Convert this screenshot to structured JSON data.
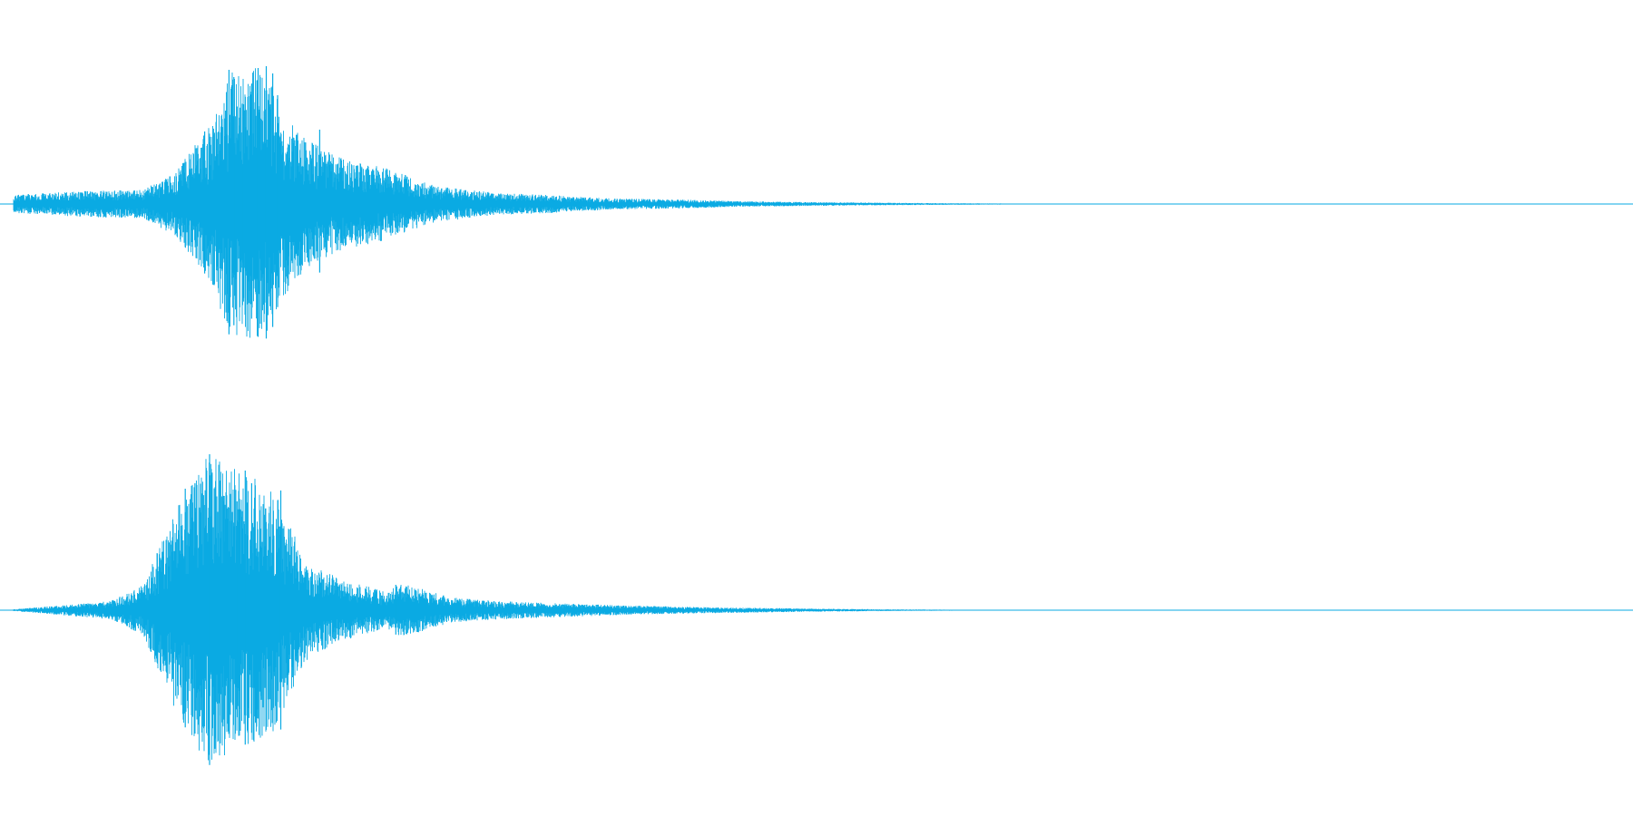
{
  "colors": {
    "background": "#ffffff",
    "waveform": "#0aaae3"
  },
  "chart_data": {
    "type": "area",
    "title": "",
    "xlabel": "",
    "ylabel": "",
    "grid": false,
    "ylim": [
      -1,
      1
    ],
    "xlim": [
      0,
      1
    ],
    "series": [
      {
        "peak_time": 0.155,
        "peak_amplitude": 0.76,
        "noise_floor": 0.05,
        "decay_end": 0.61,
        "envelope": [
          [
            0.0,
            0.05
          ],
          [
            0.04,
            0.07
          ],
          [
            0.08,
            0.08
          ],
          [
            0.1,
            0.18
          ],
          [
            0.12,
            0.42
          ],
          [
            0.135,
            0.73
          ],
          [
            0.155,
            0.76
          ],
          [
            0.165,
            0.53
          ],
          [
            0.18,
            0.36
          ],
          [
            0.2,
            0.26
          ],
          [
            0.23,
            0.2
          ],
          [
            0.26,
            0.1
          ],
          [
            0.3,
            0.06
          ],
          [
            0.33,
            0.05
          ],
          [
            0.37,
            0.03
          ],
          [
            0.41,
            0.025
          ],
          [
            0.45,
            0.015
          ],
          [
            0.5,
            0.01
          ],
          [
            0.55,
            0.006
          ],
          [
            0.61,
            0.003
          ]
        ],
        "spikes": [
          [
            0.133,
            0.74
          ],
          [
            0.136,
            0.7
          ],
          [
            0.151,
            0.75
          ],
          [
            0.156,
            0.76
          ],
          [
            0.16,
            0.72
          ],
          [
            0.163,
            0.6
          ],
          [
            0.147,
            0.66
          ],
          [
            0.142,
            0.55
          ],
          [
            0.118,
            0.4
          ],
          [
            0.189,
            0.41
          ]
        ]
      },
      {
        "peak_time": 0.121,
        "peak_amplitude": 0.86,
        "noise_floor": 0.04,
        "decay_end": 0.6,
        "envelope": [
          [
            0.0,
            0.005
          ],
          [
            0.02,
            0.02
          ],
          [
            0.06,
            0.05
          ],
          [
            0.08,
            0.14
          ],
          [
            0.1,
            0.55
          ],
          [
            0.115,
            0.8
          ],
          [
            0.121,
            0.86
          ],
          [
            0.14,
            0.77
          ],
          [
            0.16,
            0.68
          ],
          [
            0.18,
            0.28
          ],
          [
            0.2,
            0.18
          ],
          [
            0.23,
            0.1
          ],
          [
            0.24,
            0.15
          ],
          [
            0.27,
            0.07
          ],
          [
            0.3,
            0.05
          ],
          [
            0.33,
            0.04
          ],
          [
            0.38,
            0.025
          ],
          [
            0.44,
            0.015
          ],
          [
            0.5,
            0.008
          ],
          [
            0.55,
            0.004
          ],
          [
            0.6,
            0.002
          ]
        ],
        "spikes": [
          [
            0.121,
            0.86
          ],
          [
            0.106,
            0.67
          ],
          [
            0.112,
            0.7
          ],
          [
            0.143,
            0.77
          ],
          [
            0.147,
            0.7
          ],
          [
            0.165,
            0.66
          ],
          [
            0.13,
            0.63
          ],
          [
            0.138,
            0.6
          ],
          [
            0.236,
            0.14
          ]
        ]
      }
    ]
  }
}
